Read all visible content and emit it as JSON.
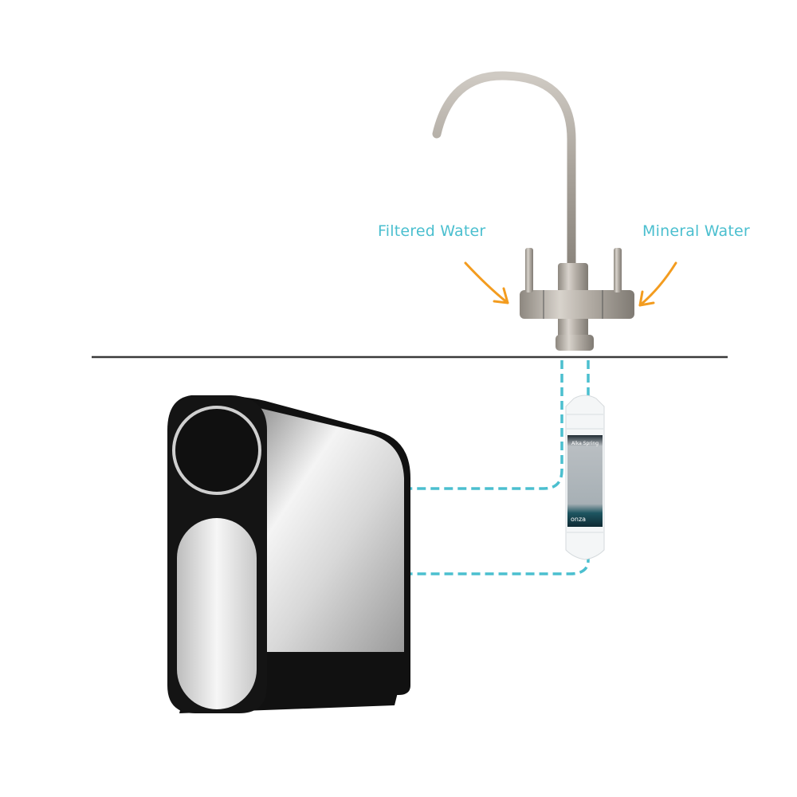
{
  "labels": {
    "filtered_water": "Filtered Water",
    "mineral_water": "Mineral Water"
  },
  "filter_cartridge": {
    "brand_label": "Alka Spring",
    "logo": "onza"
  },
  "colors": {
    "label_text": "#4bbfcf",
    "dashed_pipe": "#4bbfcf",
    "arrow": "#f39c1f",
    "counter_line": "#3a3a3a",
    "unit_body": "#111111",
    "faucet_metal": "#a9a39a"
  },
  "icons": {
    "left_arrow": "curved-arrow-down-right",
    "right_arrow": "curved-arrow-down-left"
  }
}
